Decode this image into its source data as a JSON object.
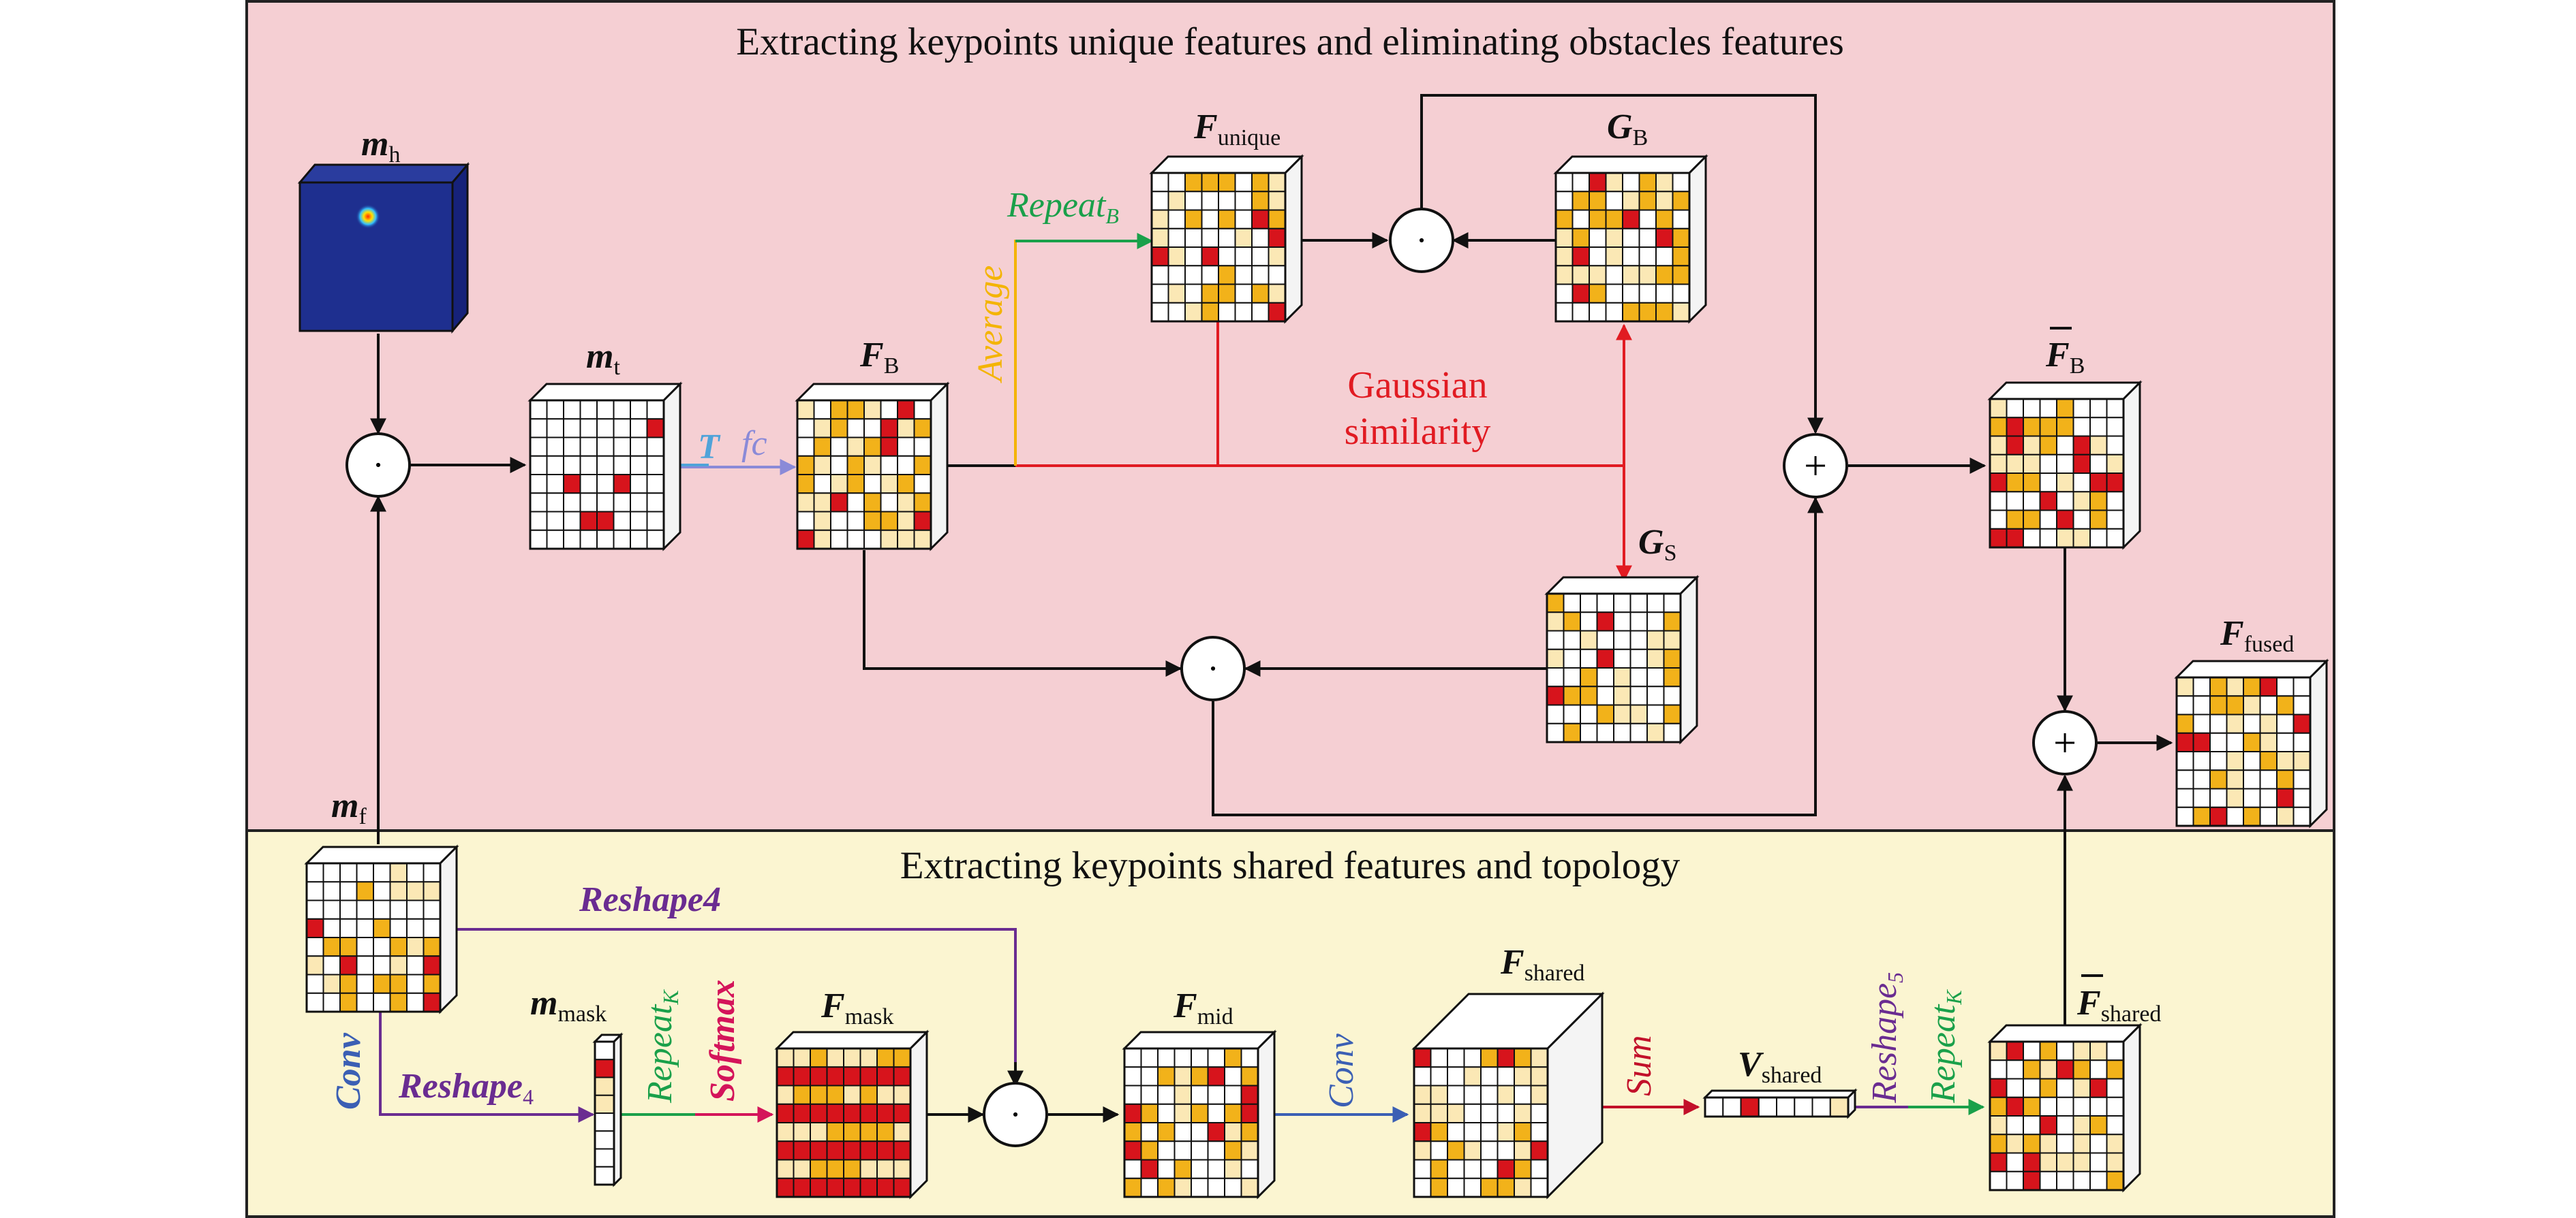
{
  "top_panel": {
    "title": "Extracting keypoints unique features and eliminating obstacles features"
  },
  "bottom_panel": {
    "title": "Extracting keypoints shared features and topology"
  },
  "labels": {
    "m_h": {
      "main": "m",
      "sub": "h"
    },
    "m_t": {
      "main": "m",
      "sub": "t"
    },
    "F_B": {
      "main": "F",
      "sub": "B"
    },
    "F_unique": {
      "main": "F",
      "sub": "unique"
    },
    "G_B": {
      "main": "G",
      "sub": "B"
    },
    "G_S": {
      "main": "G",
      "sub": "S"
    },
    "Fbar_B": {
      "main": "F",
      "sub": "B"
    },
    "F_fused": {
      "main": "F",
      "sub": "fused"
    },
    "m_f": {
      "main": "m",
      "sub": "f"
    },
    "m_mask": {
      "main": "m",
      "sub": "mask"
    },
    "F_mask": {
      "main": "F",
      "sub": "mask"
    },
    "F_mid": {
      "main": "F",
      "sub": "mid"
    },
    "F_shared": {
      "main": "F",
      "sub": "shared"
    },
    "V_shared": {
      "main": "V",
      "sub": "shared"
    },
    "Fbar_shared": {
      "main": "F",
      "sub": "shared"
    }
  },
  "operations": {
    "average": "Average",
    "repeat_b": {
      "main": "Repeat",
      "sub": "B"
    },
    "t": "T",
    "fc": "fc",
    "gaussian_1": "Gaussian",
    "gaussian_2": "similarity",
    "reshape4_top": "Reshape4",
    "conv_left": "Conv",
    "reshape_4": {
      "main": "Reshape",
      "sub": "4"
    },
    "repeat_k_1": {
      "main": "Repeat",
      "sub": "K"
    },
    "softmax": "Softmax",
    "conv_mid": "Conv",
    "sum": "Sum",
    "reshape_5": {
      "main": "Reshape",
      "sub": "5"
    },
    "repeat_k_2": {
      "main": "Repeat",
      "sub": "K"
    }
  },
  "operator_symbols": {
    "dot": "·",
    "plus": "+"
  },
  "colors": {
    "top_bg": "#f5cfd3",
    "bottom_bg": "#fbf5d1",
    "red": "#d7141c",
    "orange": "#f2b21a",
    "light": "#fbe8b5",
    "green": "#1aa04a",
    "purple": "#6a2c91",
    "blue": "#3b5fb4",
    "fc_purple": "#8a8ad8",
    "t_blue": "#4fa3d9",
    "crimson": "#d4145a",
    "dark_red": "#c2102a",
    "average_orange": "#f4b400"
  }
}
